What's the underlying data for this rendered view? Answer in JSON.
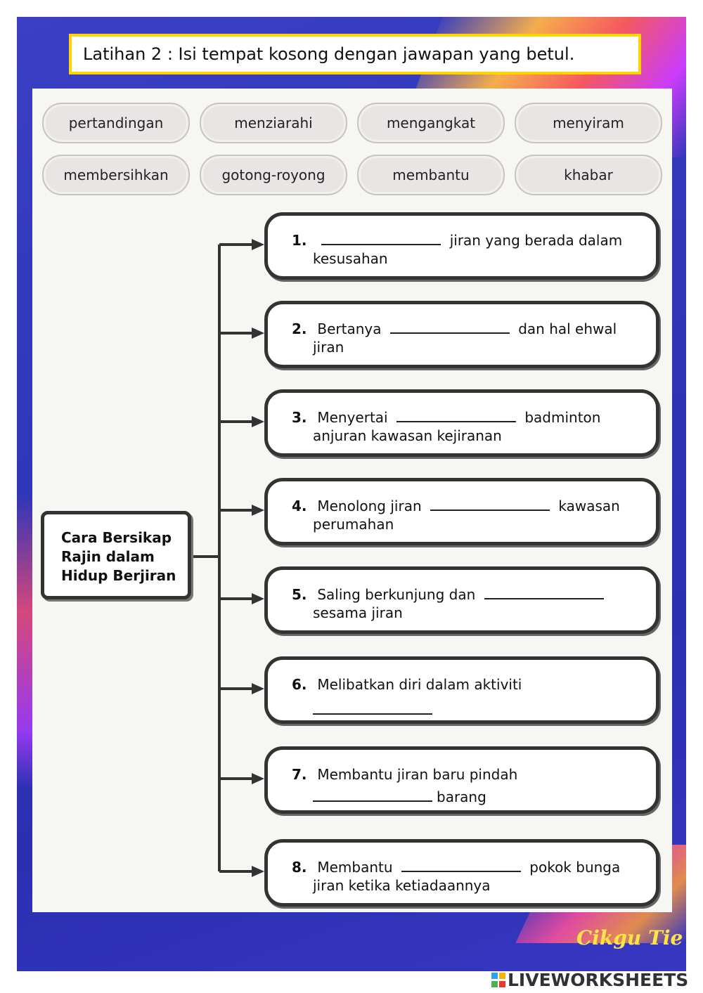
{
  "title": "Latihan 2 : Isi tempat kosong dengan jawapan yang betul.",
  "word_bank": [
    "pertandingan",
    "menziarahi",
    "mengangkat",
    "menyiram",
    "membersihkan",
    "gotong-royong",
    "membantu",
    "khabar"
  ],
  "center_lines": [
    "Cara Bersikap",
    "Rajin dalam",
    "Hidup Berjiran"
  ],
  "items": [
    {
      "num": "1.",
      "before": "",
      "after": "jiran yang berada dalam",
      "line2": "kesusahan"
    },
    {
      "num": "2.",
      "before": "Bertanya",
      "after": "dan hal ehwal",
      "line2": "jiran"
    },
    {
      "num": "3.",
      "before": "Menyertai",
      "after": "badminton",
      "line2": "anjuran kawasan kejiranan"
    },
    {
      "num": "4.",
      "before": "Menolong jiran",
      "after": "kawasan",
      "line2": "perumahan"
    },
    {
      "num": "5.",
      "before": "Saling berkunjung dan",
      "after": "",
      "line2": "sesama jiran"
    },
    {
      "num": "6.",
      "before": "Melibatkan diri dalam aktiviti",
      "after": "",
      "line2": ""
    },
    {
      "num": "7.",
      "before": "Membantu jiran baru pindah",
      "after": "",
      "line2": "barang"
    },
    {
      "num": "8.",
      "before": "Membantu",
      "after": "pokok bunga",
      "line2": "jiran ketika ketiadaannya"
    }
  ],
  "signature": "Cikgu Tie",
  "brand": "LIVEWORKSHEETS",
  "colors": {
    "frame": "#2f36b8",
    "title_border": "#ffd400",
    "signature": "#ffe34a"
  }
}
